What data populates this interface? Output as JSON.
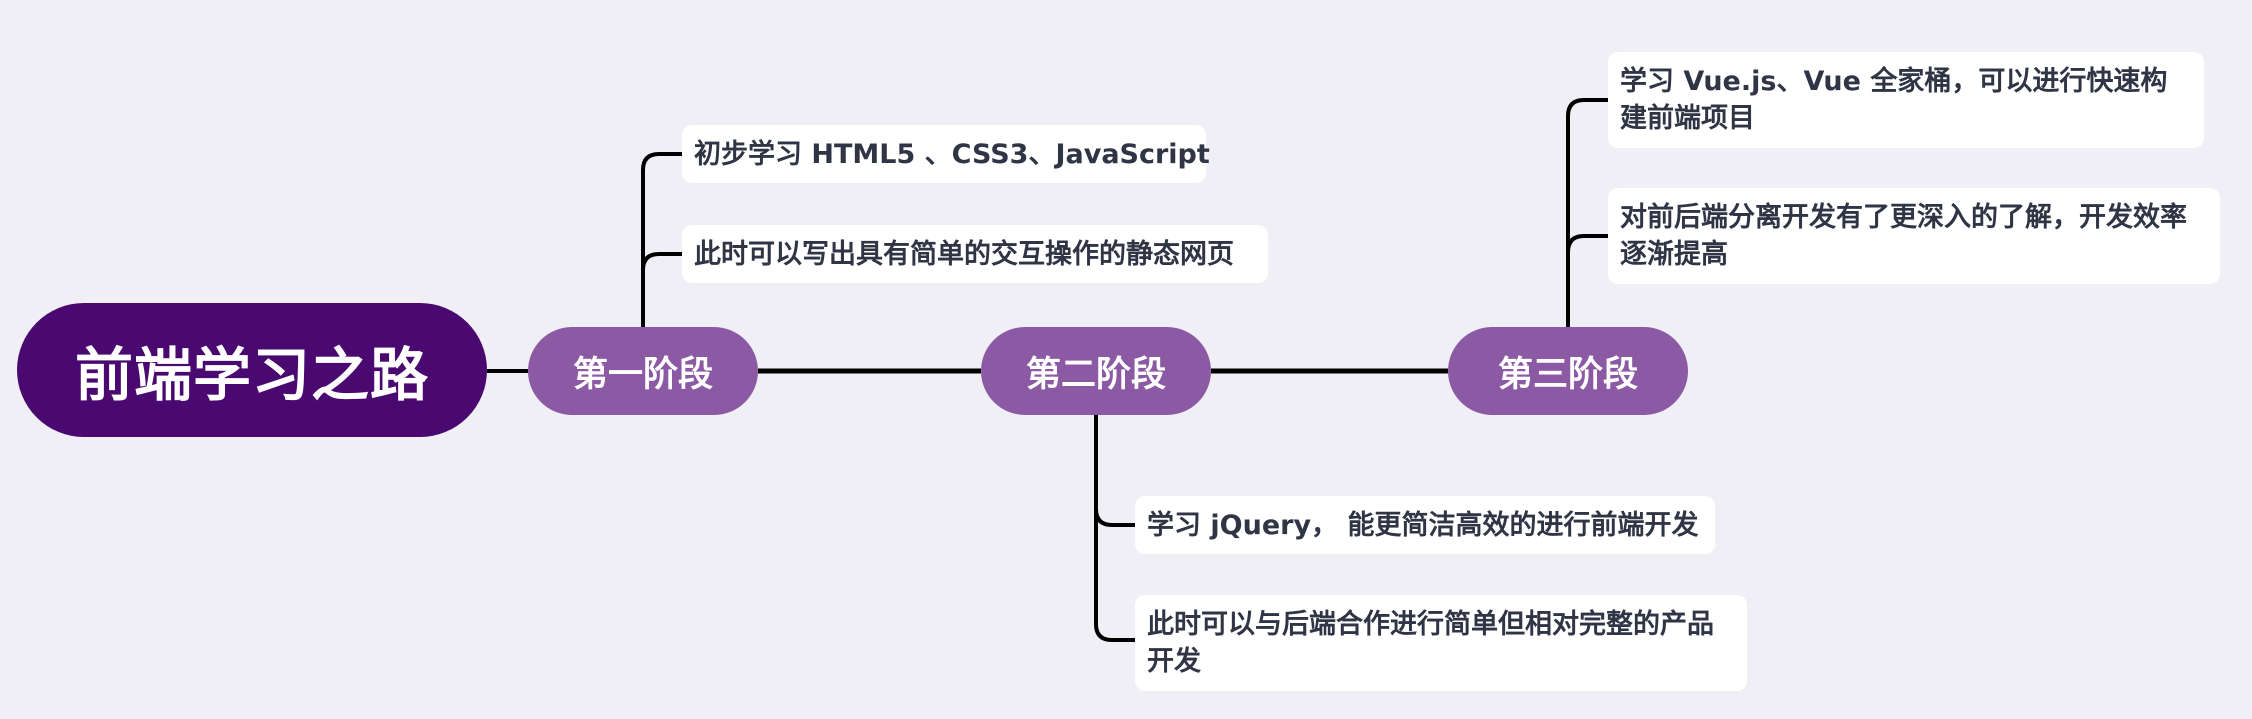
{
  "colors": {
    "background": "#efeff5",
    "root": "#4a0970",
    "stage": "#8c5aa4",
    "leaf_bg": "#ffffff",
    "leaf_text": "#2f3545",
    "connector": "#000000"
  },
  "root": {
    "label": "前端学习之路"
  },
  "stages": [
    {
      "label": "第一阶段",
      "items": [
        "初步学习 HTML5 、CSS3、JavaScript",
        "此时可以写出具有简单的交互操作的静态网页"
      ]
    },
    {
      "label": "第二阶段",
      "items": [
        "学习 jQuery， 能更简洁高效的进行前端开发",
        "此时可以与后端合作进行简单但相对完整的产品开发"
      ]
    },
    {
      "label": "第三阶段",
      "items": [
        "学习 Vue.js、Vue 全家桶，可以进行快速构建前端项目",
        "对前后端分离开发有了更深入的了解，开发效率逐渐提高"
      ]
    }
  ]
}
